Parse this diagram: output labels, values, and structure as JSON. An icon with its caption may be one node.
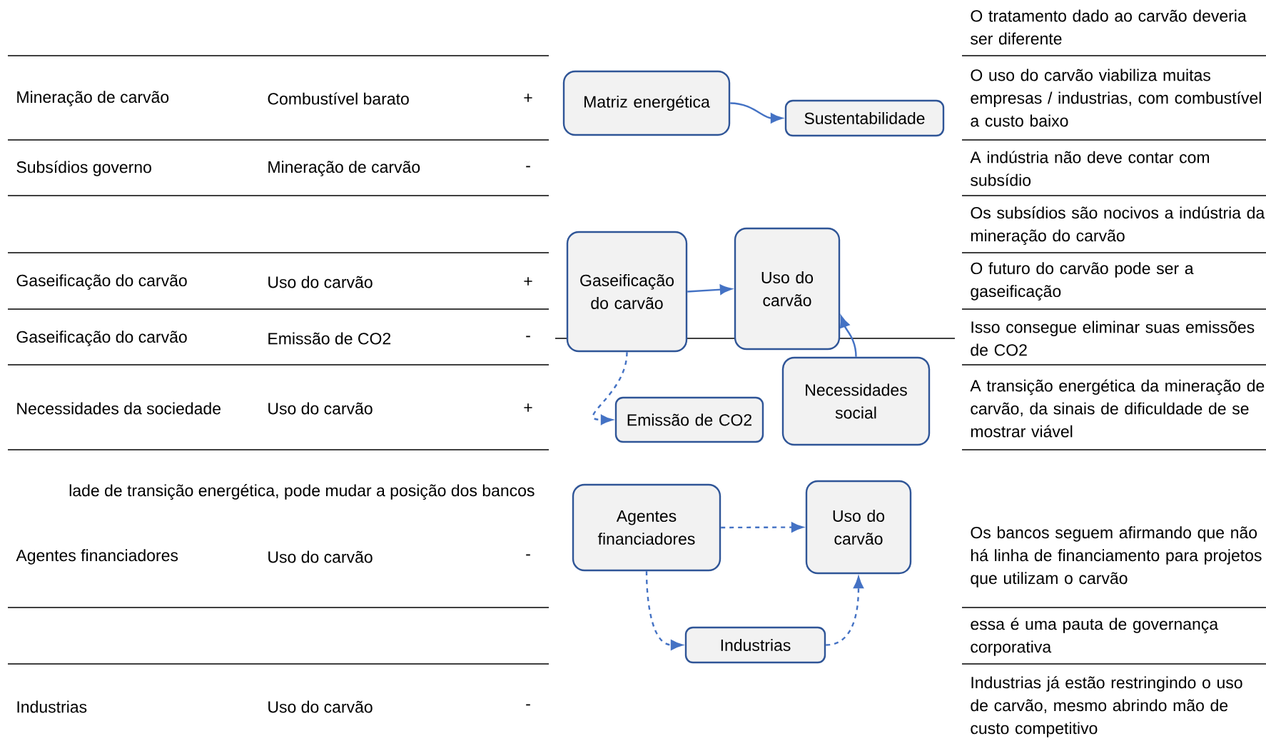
{
  "diagram": {
    "nodes": [
      {
        "text": [
          "Matriz energética"
        ]
      },
      {
        "text": [
          "Sustentabilidade"
        ]
      },
      {
        "text": [
          "Gaseificação do carvão"
        ]
      },
      {
        "text": [
          "Uso do carvão"
        ]
      },
      {
        "text": [
          "Emissão de CO2"
        ]
      },
      {
        "text": [
          "Necessidades social"
        ]
      },
      {
        "text": [
          "Agentes financiadores"
        ]
      },
      {
        "text": [
          "Uso do carvão"
        ]
      },
      {
        "text": [
          "Industrias"
        ]
      }
    ],
    "edges": [
      {
        "from": 0,
        "to": 1,
        "arrow": "to"
      },
      {
        "from": 2,
        "to": 3,
        "arrow": "to"
      },
      {
        "from": 2,
        "to": 4,
        "arrow": "to",
        "style": "dashed"
      },
      {
        "from": 5,
        "to": 3,
        "arrow": "to"
      },
      {
        "from": 6,
        "to": 7,
        "arrow": "to",
        "style": "dashed"
      },
      {
        "from": 6,
        "to": 8,
        "arrow": "to",
        "style": "dashed"
      },
      {
        "from": 8,
        "to": 7,
        "arrow": "to",
        "style": "dashed"
      }
    ],
    "labels": [
      "O tratamento dado ao carvão deveria ser diferente",
      "Mineração de carvão",
      "Combustível barato",
      "+",
      "O uso do carvão viabiliza muitas empresas / industrias, com combustível a custo baixo",
      "Subsídios governo",
      "Mineração de carvão",
      "-",
      "A indústria não deve contar com subsídio",
      "Os subsídios são nocivos a indústria da mineração do carvão",
      "Gaseificação do carvão",
      "Uso do carvão",
      "+",
      "O futuro do carvão pode ser a gaseificação",
      "Gaseificação do carvão",
      "Emissão de CO2",
      "-",
      "Isso consegue eliminar suas emissões de CO2",
      "Necessidades da sociedade",
      "Uso do carvão",
      "+",
      "A transição energética da mineração de carvão, da sinais de dificuldade de se mostrar viável",
      "lade de transição energética, pode mudar a posição dos bancos",
      "Os bancos seguem afirmando que não há linha de financiamento para projetos que utilizam o carvão",
      "Agentes financiadores",
      "Uso do carvão",
      "-",
      "essa é uma pauta de governança corporativa",
      "Industrias",
      "Uso do carvão",
      "-",
      "Industrias já estão restringindo o uso de carvão, mesmo abrindo mão de custo competitivo"
    ]
  }
}
